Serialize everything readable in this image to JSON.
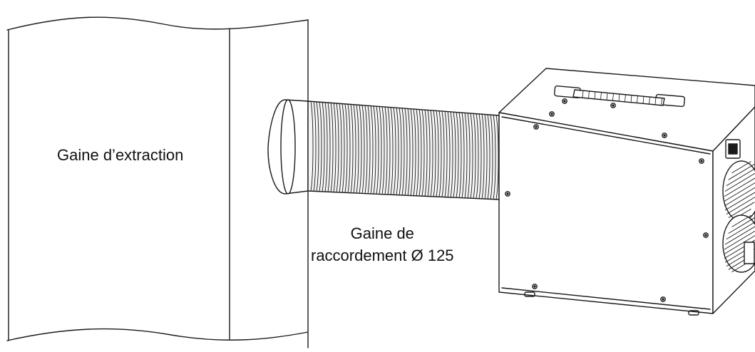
{
  "labels": {
    "extraction_duct": "Gaine d’extraction",
    "connection_duct_line1": "Gaine de",
    "connection_duct_line2": "raccordement Ø 125"
  },
  "colors": {
    "line": "#1a1a1a",
    "background": "#ffffff",
    "duct_fill": "#f4f4f4"
  }
}
